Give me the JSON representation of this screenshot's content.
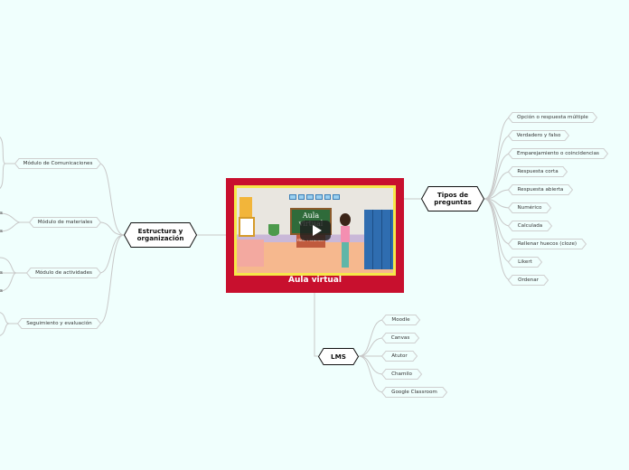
{
  "central": {
    "title": "Aula virtual",
    "video": {
      "board_text_line1": "Aula",
      "board_text_line2": "virtual",
      "desk_text": "FÁCIL Y SENCILLO",
      "play_icon": "play-icon"
    }
  },
  "branches": {
    "tipos": {
      "label_line1": "Tipos de",
      "label_line2": "preguntas",
      "children": [
        "Opción o respuesta múltiple",
        "Verdadero y falso",
        "Emparejamiento o coincidencias",
        "Respuesta corta",
        "Respuesta abierta",
        "Numérico",
        "Calculada",
        "Rellenar huecos (cloze)",
        "Likert",
        "Ordenar"
      ]
    },
    "lms": {
      "label": "LMS",
      "children": [
        "Moodle",
        "Canvas",
        "Atutor",
        "Chamilo",
        "Google Classroom"
      ]
    },
    "estructura": {
      "label_line1": "Estructura y",
      "label_line2": "organización",
      "children": [
        "Módulo de Comunicaciones",
        "Módulo de materiales",
        "Módulo de actividades",
        "Seguimiento y evaluación"
      ],
      "cropped_leaf_suffixes": [
        "s",
        "s",
        "",
        "s",
        "s"
      ]
    }
  },
  "colors": {
    "background": "#f0fffd",
    "central_fill": "#c8102e",
    "thumbnail_border": "#f5e84a",
    "link_stroke": "#c8c8c8",
    "main_node_stroke": "#111111",
    "leaf_node_stroke": "#cfcfcf"
  }
}
